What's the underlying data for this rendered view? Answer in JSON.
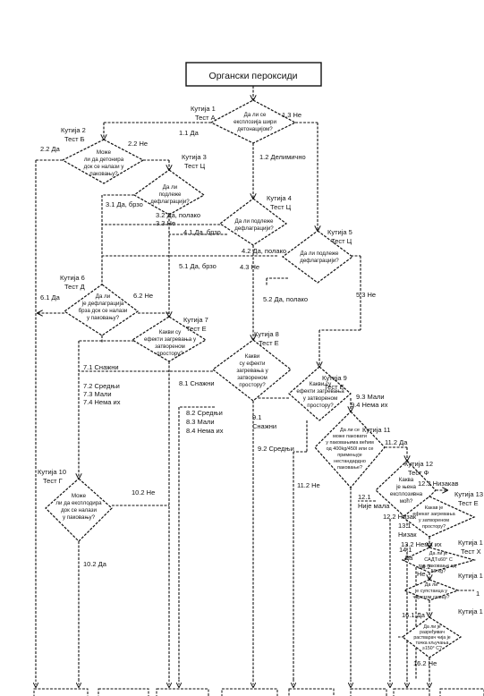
{
  "title": "Органски пероксиди",
  "boxes": [
    {
      "id": "1",
      "name": "Кутија 1",
      "test": "Тест А",
      "question": [
        "Да ли се",
        "експлозија шири",
        "детонацијом?"
      ]
    },
    {
      "id": "2",
      "name": "Кутија 2",
      "test": "Тест Б",
      "question": [
        "Може",
        "ли да детонира",
        "док се налази у",
        "паковању?"
      ]
    },
    {
      "id": "3",
      "name": "Кутија 3",
      "test": "Тест Ц",
      "question": [
        "Да ли",
        "подлеже",
        "дефлаграцији?"
      ]
    },
    {
      "id": "4",
      "name": "Кутија 4",
      "test": "Тест Ц",
      "question": [
        "Да ли подлеже",
        "дефлаграцији?"
      ]
    },
    {
      "id": "5",
      "name": "Кутија 5",
      "test": "Тест Ц",
      "question": [
        "Да ли подлеже",
        "дефлаграцији?"
      ]
    },
    {
      "id": "6",
      "name": "Кутија 6",
      "test": "Тест Д",
      "question": [
        "Да ли",
        "је дефлаграција",
        "брза док се налази",
        "у паковању?"
      ]
    },
    {
      "id": "7",
      "name": "Кутија 7",
      "test": "Тест Е",
      "question": [
        "Какви су",
        "ефекти загревања у",
        "затвореном",
        "простору?"
      ]
    },
    {
      "id": "8",
      "name": "Кутија 8",
      "test": "Тест Е",
      "question": [
        "Какви",
        "су ефекти",
        "загревања у",
        "затвореном",
        "простору?"
      ]
    },
    {
      "id": "9",
      "name": "Кутија 9",
      "test": "Тест Е",
      "question": [
        "Какви су",
        "ефекти загревања",
        "у затвореном",
        "простору?"
      ]
    },
    {
      "id": "10",
      "name": "Кутија 10",
      "test": "Тест Г",
      "question": [
        "Може",
        "ли да експлодира",
        "док се налази",
        "у паковању?"
      ]
    },
    {
      "id": "11",
      "name": "Кутија 11",
      "test": "",
      "question": [
        "Да ли се",
        "може паковати",
        "у паковањима већим",
        "од 400kg/450l или се",
        "примењује",
        "нестандардно",
        "паковање?"
      ]
    },
    {
      "id": "12",
      "name": "Кутија 12",
      "test": "Тест Ф",
      "question": [
        "Каква",
        "је њена",
        "експлозивна",
        "моћ?"
      ]
    },
    {
      "id": "13",
      "name": "Кутија 13",
      "test": "Тест Е",
      "question": [
        "Какав је",
        "ефекат загревања",
        "у затвореном",
        "простору?"
      ]
    },
    {
      "id": "14",
      "name": "Кутија 1",
      "test": "Тест Х",
      "question": [
        "Да ли је",
        "САДТ≤60° C",
        "за паковање од",
        "50 kg?"
      ]
    },
    {
      "id": "15",
      "name": "Кутија 1",
      "test": "",
      "question": [
        "Да ли",
        "је супстанца у",
        "чврстом стању?"
      ]
    },
    {
      "id": "16",
      "name": "Кутија 1",
      "test": "",
      "question": [
        "Да ли је",
        "разређивач",
        "растварач чија је",
        "тачка кључања",
        "≥150° C?"
      ]
    }
  ],
  "edge_labels": {
    "e1_1": "1.1 Да",
    "e1_2": "1.2 Делимично",
    "e1_3": "1.3 Не",
    "e2_2a": "2.2 Да",
    "e2_2b": "2.2 Не",
    "e3_1": "3.1 Да, брзо",
    "e3_2": "3.2 Да, полако",
    "e3_3": "3.3 Не",
    "e4_1": "4.1 Да, брзо",
    "e4_2": "4.2 Да, полако",
    "e4_3": "4.3 Не",
    "e5_1": "5.1 Да, брзо",
    "e5_2": "5.2 Да, полако",
    "e5_3": "5.3 Не",
    "e6_1": "6.1 Да",
    "e6_2": "6.2 Не",
    "e7_1": "7.1 Снажни",
    "e7_2": "7.2 Средњи",
    "e7_3": "7.3 Мали",
    "e7_4": "7.4 Нема их",
    "e8_1": "8.1 Снажни",
    "e8_2": "8.2 Средњи",
    "e8_3": "8.3 Мали",
    "e8_4": "8.4 Нема их",
    "e9_1a": "9.1",
    "e9_1b": "Снажни",
    "e9_2": "9.2 Средњи",
    "e9_3": "9.3 Мали",
    "e9_4": "9.4 Нема их",
    "e10_1": "10.2 Не",
    "e10_2": "10.2  Да",
    "e11_1": "11.2  Да",
    "e11_2": "11.2 Не",
    "e12_1a": "12.1",
    "e12_1b": "Није мала",
    "e12_2": "12.2 Низак",
    "e12_3": "12.3 Низакав",
    "e13_1a": "13.1",
    "e13_1b": "Низак",
    "e13_2": "13.2 Нема их",
    "e14_1a": "14.1",
    "e14_1b": "Да",
    "e14_2a": "14.2",
    "e14_2b": "Не",
    "e16_1": "16.1 Да",
    "e16_2": "16.2 Не",
    "e_one": "1"
  }
}
